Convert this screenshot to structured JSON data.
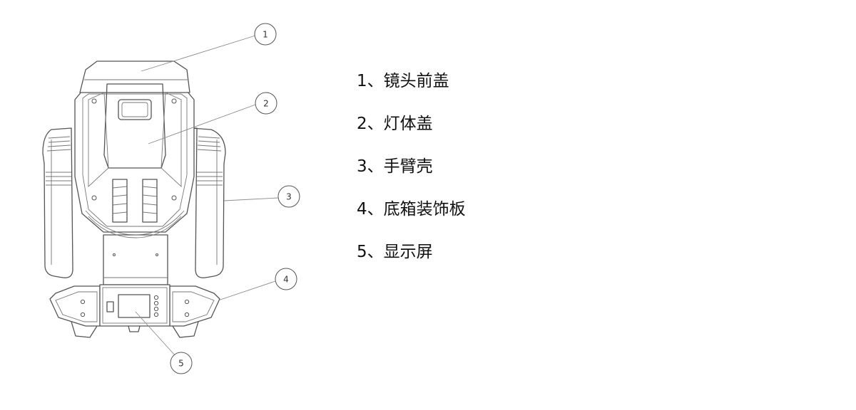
{
  "callouts": [
    {
      "number": "1"
    },
    {
      "number": "2"
    },
    {
      "number": "3"
    },
    {
      "number": "4"
    },
    {
      "number": "5"
    }
  ],
  "legend": [
    {
      "text": "1、镜头前盖"
    },
    {
      "text": "2、灯体盖"
    },
    {
      "text": "3、手臂壳"
    },
    {
      "text": "4、底箱装饰板"
    },
    {
      "text": "5、显示屏"
    }
  ],
  "colors": {
    "line": "#555555",
    "leader": "#8a8a8a",
    "text": "#111111",
    "background": "#ffffff"
  }
}
